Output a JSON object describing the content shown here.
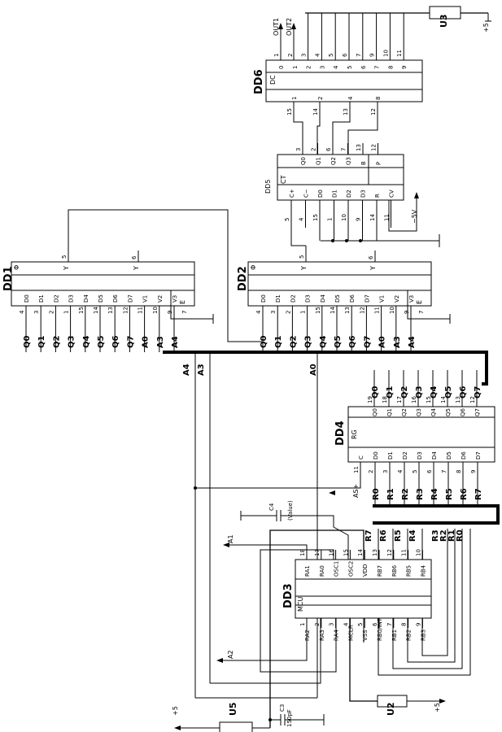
{
  "dd1": {
    "name": "DD1",
    "func": "Φ",
    "y": "Y",
    "ybar": "Y",
    "enable": "E",
    "ins": [
      {
        "pin": "4",
        "sig": "D0"
      },
      {
        "pin": "3",
        "sig": "D1"
      },
      {
        "pin": "2",
        "sig": "D2"
      },
      {
        "pin": "1",
        "sig": "D3"
      },
      {
        "pin": "15",
        "sig": "D4"
      },
      {
        "pin": "14",
        "sig": "D5"
      },
      {
        "pin": "13",
        "sig": "D6"
      },
      {
        "pin": "12",
        "sig": "D7"
      },
      {
        "pin": "11",
        "sig": "V1"
      },
      {
        "pin": "10",
        "sig": "V2"
      },
      {
        "pin": "9",
        "sig": "V3"
      },
      {
        "pin": "7",
        "sig": ""
      }
    ],
    "y_pin": "5",
    "ybar_pin": "6",
    "bus_labels": [
      "Q0",
      "Q1",
      "Q2",
      "Q3",
      "Q4",
      "Q5",
      "Q6",
      "Q7",
      "A0",
      "A3",
      "A4"
    ]
  },
  "dd2": {
    "name": "DD2",
    "func": "Φ",
    "y": "Y",
    "ybar": "Y",
    "enable": "E",
    "ins": [
      {
        "pin": "4",
        "sig": "D0"
      },
      {
        "pin": "3",
        "sig": "D1"
      },
      {
        "pin": "2",
        "sig": "D2"
      },
      {
        "pin": "1",
        "sig": "D3"
      },
      {
        "pin": "15",
        "sig": "D4"
      },
      {
        "pin": "14",
        "sig": "D5"
      },
      {
        "pin": "13",
        "sig": "D6"
      },
      {
        "pin": "12",
        "sig": "D7"
      },
      {
        "pin": "11",
        "sig": "V1"
      },
      {
        "pin": "10",
        "sig": "V2"
      },
      {
        "pin": "9",
        "sig": "V3"
      },
      {
        "pin": "7",
        "sig": ""
      }
    ],
    "y_pin": "5",
    "ybar_pin": "6",
    "bus_labels": [
      "Q0",
      "Q1",
      "Q2",
      "Q3",
      "Q4",
      "Q5",
      "Q6",
      "Q7",
      "A0",
      "A3",
      "A4"
    ]
  },
  "dd5": {
    "name": "DD5",
    "func": "CT",
    "left": [
      {
        "pin": "5",
        "sig": "C+"
      },
      {
        "pin": "4",
        "sig": "C−"
      },
      {
        "pin": "15",
        "sig": "D0"
      },
      {
        "pin": "1",
        "sig": "D1"
      },
      {
        "pin": "10",
        "sig": "D2"
      },
      {
        "pin": "9",
        "sig": "D3"
      },
      {
        "pin": "14",
        "sig": "R"
      },
      {
        "pin": "11",
        "sig": "CV"
      }
    ],
    "right": [
      {
        "pin": "3",
        "sig": "Q0"
      },
      {
        "pin": "2",
        "sig": "Q1"
      },
      {
        "pin": "6",
        "sig": "Q2"
      },
      {
        "pin": "7",
        "sig": "Q3"
      },
      {
        "pin": "13",
        "sig": "B"
      },
      {
        "pin": "12",
        "sig": "P"
      }
    ],
    "minus5v": "−5V"
  },
  "dd6": {
    "name": "DD6",
    "func": "DC",
    "ins": [
      {
        "pin": "15",
        "sig": "1"
      },
      {
        "pin": "14",
        "sig": "2"
      },
      {
        "pin": "13",
        "sig": "4"
      },
      {
        "pin": "12",
        "sig": "8"
      }
    ],
    "outs": [
      {
        "pin": "1",
        "sig": "0"
      },
      {
        "pin": "2",
        "sig": "1"
      },
      {
        "pin": "3",
        "sig": "2"
      },
      {
        "pin": "4",
        "sig": "3"
      },
      {
        "pin": "5",
        "sig": "4"
      },
      {
        "pin": "6",
        "sig": "5"
      },
      {
        "pin": "7",
        "sig": "6"
      },
      {
        "pin": "9",
        "sig": "7"
      },
      {
        "pin": "10",
        "sig": "8"
      },
      {
        "pin": "11",
        "sig": "9"
      }
    ],
    "out_labels": [
      "OUT1",
      "OUT2"
    ]
  },
  "dd4": {
    "name": "DD4",
    "func": "RG",
    "top": [
      {
        "pin": "19",
        "sig": "Q0",
        "bus": "Q0"
      },
      {
        "pin": "18",
        "sig": "Q1",
        "bus": "Q1"
      },
      {
        "pin": "17",
        "sig": "Q2",
        "bus": "Q2"
      },
      {
        "pin": "16",
        "sig": "Q3",
        "bus": "Q3"
      },
      {
        "pin": "15",
        "sig": "Q4",
        "bus": "Q4"
      },
      {
        "pin": "14",
        "sig": "Q5",
        "bus": "Q5"
      },
      {
        "pin": "13",
        "sig": "Q6",
        "bus": "Q6"
      },
      {
        "pin": "12",
        "sig": "Q7",
        "bus": "Q7"
      }
    ],
    "bottom": [
      {
        "pin": "11",
        "sig": "C",
        "bus": ""
      },
      {
        "pin": "2",
        "sig": "D0",
        "bus": "R0"
      },
      {
        "pin": "3",
        "sig": "D1",
        "bus": "R1"
      },
      {
        "pin": "4",
        "sig": "D2",
        "bus": "R2"
      },
      {
        "pin": "5",
        "sig": "D3",
        "bus": "R3"
      },
      {
        "pin": "6",
        "sig": "D4",
        "bus": "R4"
      },
      {
        "pin": "7",
        "sig": "D5",
        "bus": "R5"
      },
      {
        "pin": "8",
        "sig": "D6",
        "bus": "R6"
      },
      {
        "pin": "9",
        "sig": "D7",
        "bus": "R7"
      }
    ],
    "as_label": "AS+"
  },
  "dd3": {
    "name": "DD3",
    "func": "MCU",
    "top": [
      {
        "pin": "18",
        "sig": "RA1"
      },
      {
        "pin": "17",
        "sig": "RA0"
      },
      {
        "pin": "16",
        "sig": "OSC1"
      },
      {
        "pin": "15",
        "sig": "OSC2"
      },
      {
        "pin": "14",
        "sig": "VDD"
      },
      {
        "pin": "13",
        "sig": "RB7"
      },
      {
        "pin": "12",
        "sig": "RB6"
      },
      {
        "pin": "11",
        "sig": "RB5"
      },
      {
        "pin": "10",
        "sig": "RB4"
      }
    ],
    "bottom": [
      {
        "pin": "1",
        "sig": "RA2"
      },
      {
        "pin": "2",
        "sig": "RA3"
      },
      {
        "pin": "3",
        "sig": "RA4"
      },
      {
        "pin": "4",
        "sig": "MCLR"
      },
      {
        "pin": "5",
        "sig": "VSS"
      },
      {
        "pin": "6",
        "sig": "RB0/INT"
      },
      {
        "pin": "7",
        "sig": "RB1"
      },
      {
        "pin": "8",
        "sig": "RB2"
      },
      {
        "pin": "9",
        "sig": "RB3"
      }
    ],
    "rb_labels": [
      "R7",
      "R6",
      "R5",
      "R4",
      "R3",
      "R2",
      "R1",
      "R0"
    ],
    "arrow_labels": [
      "A1",
      "A2"
    ]
  },
  "bus_labels": {
    "a4": "A4",
    "a3": "A3",
    "a0": "A0"
  },
  "c4": {
    "name": "C4",
    "value": "(Value)"
  },
  "c3": {
    "name": "C3",
    "value": "150pF"
  },
  "u2": {
    "name": "U2",
    "supply": "+5"
  },
  "u3": {
    "name": "U3",
    "supply": "+5"
  },
  "u5": {
    "name": "U5",
    "supply": "+5"
  }
}
